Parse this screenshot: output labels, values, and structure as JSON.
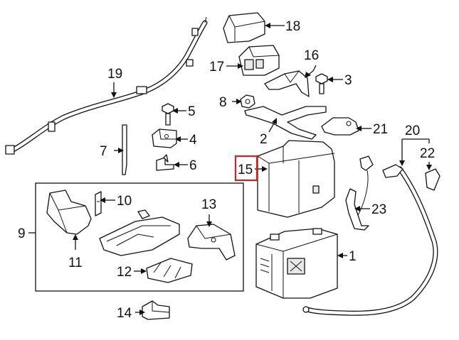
{
  "callouts": {
    "c1": "1",
    "c2": "2",
    "c3": "3",
    "c4": "4",
    "c5": "5",
    "c6": "6",
    "c7": "7",
    "c8": "8",
    "c9": "9",
    "c10": "10",
    "c11": "11",
    "c12": "12",
    "c13": "13",
    "c14": "14",
    "c15": "15",
    "c16": "16",
    "c17": "17",
    "c18": "18",
    "c19": "19",
    "c20": "20",
    "c21": "21",
    "c22": "22",
    "c23": "23"
  },
  "highlight": {
    "callout": "15",
    "color": "#d42020"
  },
  "colors": {
    "line": "#111111",
    "background": "#ffffff"
  }
}
